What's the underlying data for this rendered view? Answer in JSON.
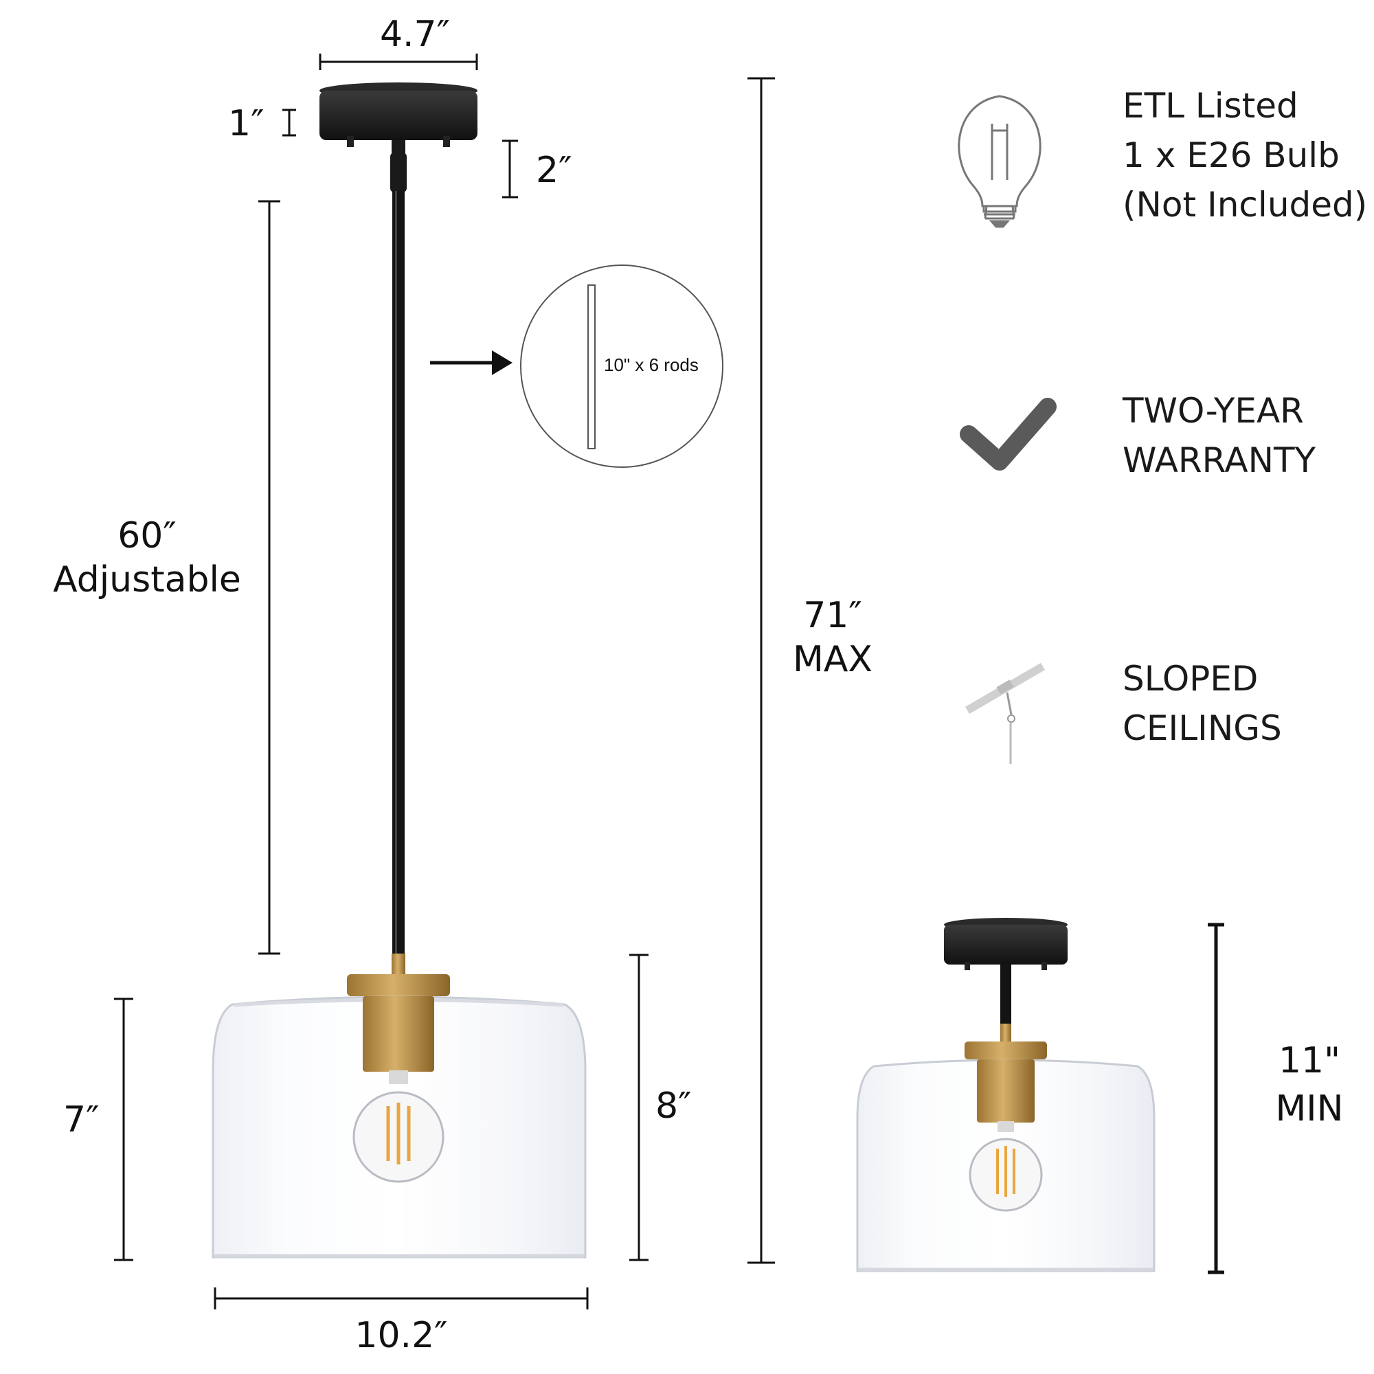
{
  "dimensions": {
    "canopy_width": "4.7″",
    "canopy_height": "1″",
    "stem_top": "2″",
    "rod_length": "60″",
    "rod_note": "Adjustable",
    "max_height": "71″",
    "max_note": "MAX",
    "shade_height": "7″",
    "socket_to_bottom": "8″",
    "shade_width": "10.2″",
    "min_height": "11\"",
    "min_note": "MIN"
  },
  "rods_callout": "10\" x 6 rods",
  "features": [
    {
      "icon": "light-bulb-icon",
      "lines": [
        "ETL Listed",
        "1 x E26 Bulb",
        "(Not Included)"
      ]
    },
    {
      "icon": "checkmark-icon",
      "lines": [
        "TWO-YEAR",
        "WARRANTY"
      ]
    },
    {
      "icon": "sloped-ceiling-icon",
      "lines": [
        "SLOPED",
        "CEILINGS"
      ]
    }
  ],
  "colors": {
    "canopy": "#1c1c1c",
    "brass": "#c49a55",
    "glass_edge": "#c8ccd4",
    "check": "#555555",
    "filament": "#e8a640"
  }
}
